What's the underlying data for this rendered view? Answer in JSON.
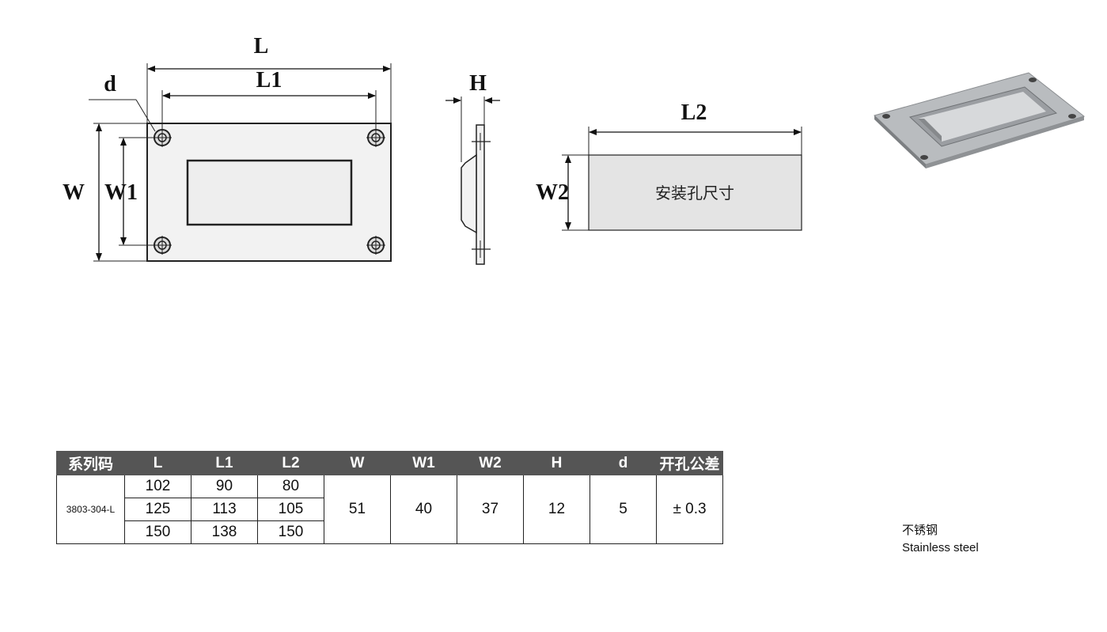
{
  "drawing": {
    "front_view": {
      "L": "L",
      "L1": "L1",
      "W": "W",
      "W1": "W1",
      "d": "d"
    },
    "side_view": {
      "H": "H"
    },
    "cutout_view": {
      "L2": "L2",
      "W2": "W2",
      "cutout_label": "安装孔尺寸"
    }
  },
  "table": {
    "headers": [
      "系列码",
      "L",
      "L1",
      "L2",
      "W",
      "W1",
      "W2",
      "H",
      "d",
      "开孔公差"
    ],
    "model": "3803-304-L",
    "rows": [
      {
        "L": "102",
        "L1": "90",
        "L2": "80"
      },
      {
        "L": "125",
        "L1": "113",
        "L2": "105"
      },
      {
        "L": "150",
        "L1": "138",
        "L2": "150"
      }
    ],
    "W": "51",
    "W1": "40",
    "W2": "37",
    "H": "12",
    "d": "5",
    "tolerance": "± 0.3"
  },
  "material": {
    "cn": "不锈钢",
    "en": "Stainless steel"
  },
  "colors": {
    "header_bg": "#555555",
    "cutout_fill": "#e4e4e4",
    "plate_fill": "#f2f2f2"
  }
}
